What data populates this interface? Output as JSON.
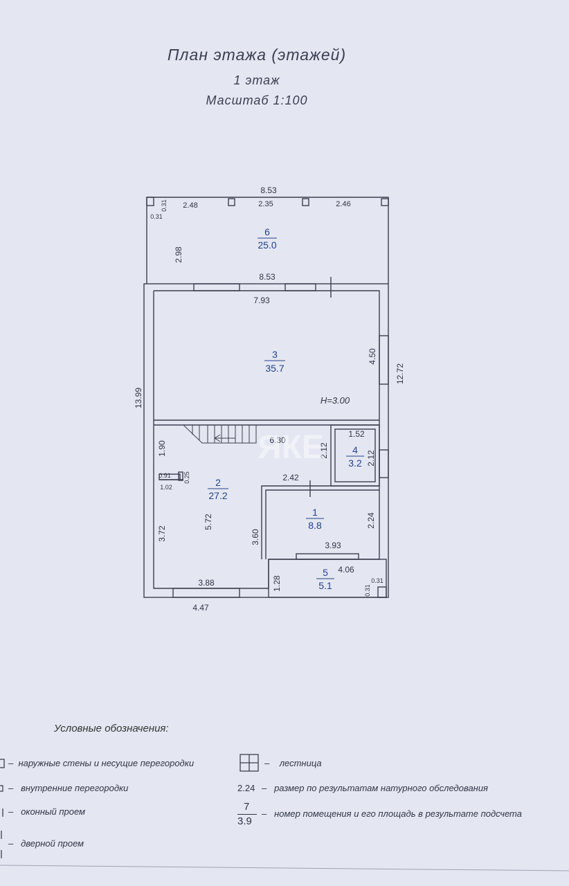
{
  "header": {
    "title": "План этажа (этажей)",
    "floor": "1 этаж",
    "scale": "Масштаб 1:100"
  },
  "dimensions": {
    "top_total": "8.53",
    "top_seg1": "2.48",
    "top_seg2": "2.35",
    "top_seg3": "2.46",
    "corner_v": "0.31",
    "corner_h": "0.31",
    "terrace_depth": "2.98",
    "mid_width": "8.53",
    "hall_width": "7.93",
    "right_seg": "4.50",
    "right_total": "12.72",
    "left_total": "13.99",
    "height_mark": "H=3.00",
    "stair_len": "6.30",
    "stair_h": "1.90",
    "niche_w1": "0.91",
    "niche_w2": "1.02",
    "niche_d": "0.25",
    "room4_h1": "2.12",
    "room4_w": "1.52",
    "room4_h2": "2.12",
    "room2_w": "2.42",
    "room2_h1": "3.72",
    "room2_h2": "5.72",
    "room2_h3": "3.60",
    "room1_h": "2.24",
    "room1_w": "3.93",
    "room5_w": "4.06",
    "room5_corner1": "0.31",
    "room5_corner2": "0.31",
    "room5_h": "1.28",
    "bottom_inner": "3.88",
    "bottom_total": "4.47"
  },
  "rooms": [
    {
      "number": "6",
      "area": "25.0"
    },
    {
      "number": "3",
      "area": "35.7"
    },
    {
      "number": "4",
      "area": "3.2"
    },
    {
      "number": "2",
      "area": "27.2"
    },
    {
      "number": "1",
      "area": "8.8"
    },
    {
      "number": "5",
      "area": "5.1"
    }
  ],
  "watermark": "ЯКЕ",
  "legend": {
    "title": "Условные обозначения:",
    "items": [
      {
        "label": "наружные стены и несущие перегородки"
      },
      {
        "label": "внутренние перегородки"
      },
      {
        "label": "оконный проем"
      },
      {
        "label": "дверной проем"
      },
      {
        "label": "лестница"
      },
      {
        "mark": "2.24",
        "label": "размер по результатам натурного обследования"
      },
      {
        "mark_num": "7",
        "mark_den": "3.9",
        "label": "номер помещения и его площадь в результате подсчета"
      }
    ]
  },
  "colors": {
    "line": "#3b3f4f",
    "room_label": "#23408a",
    "paper": "#e4e7f1"
  }
}
